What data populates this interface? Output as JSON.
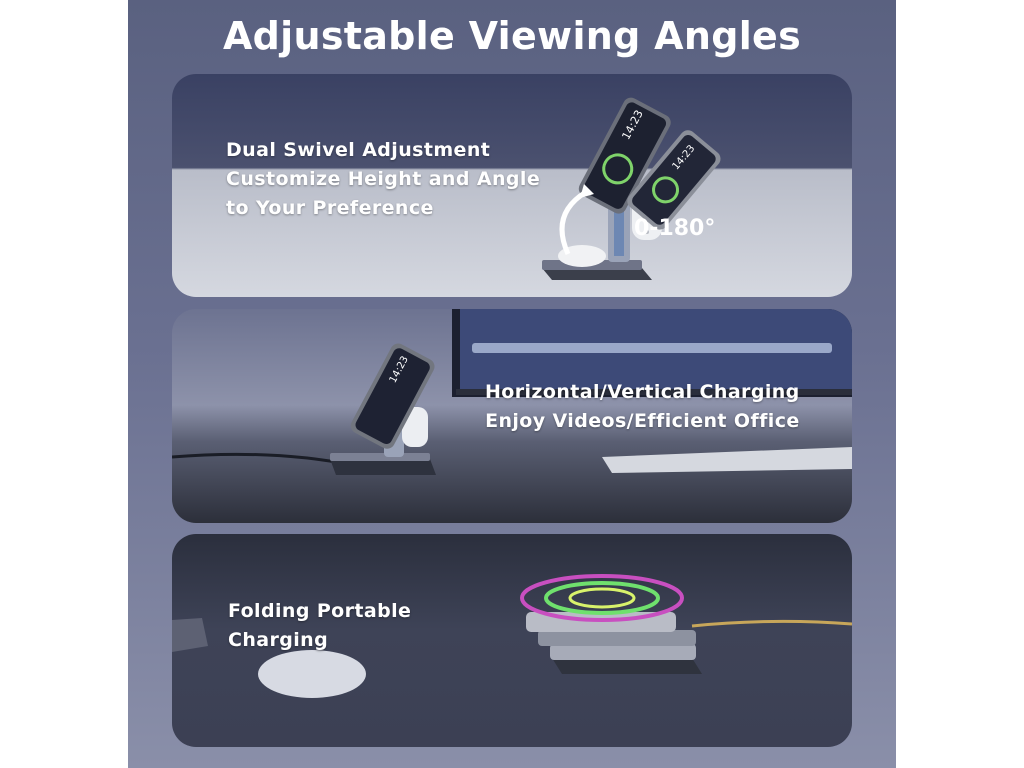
{
  "title": "Adjustable Viewing Angles",
  "panels": [
    {
      "lines": [
        "Dual Swivel Adjustment",
        "Customize Height and Angle",
        "to Your Preference"
      ],
      "angle_label": "0-180°",
      "phone_time": "14:23"
    },
    {
      "lines": [
        "Horizontal/Vertical Charging",
        "Enjoy Videos/Efficient Office"
      ],
      "phone_time": "14:23"
    },
    {
      "lines": [
        "Folding Portable",
        "Charging"
      ]
    }
  ]
}
